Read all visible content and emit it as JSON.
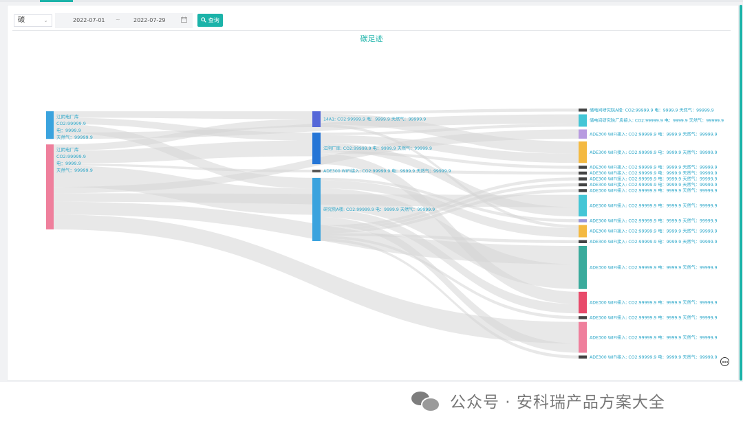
{
  "filter": {
    "energy_type": "碳"
  },
  "date_range": {
    "start": "2022-07-01",
    "end": "2022-07-29",
    "separator": "~"
  },
  "search_button": {
    "label": "查询"
  },
  "chart_title": "碳足迹",
  "colors": {
    "accent": "#1bb3a9",
    "link": "#d6d6d6"
  },
  "chart_data": {
    "type": "sankey",
    "nodes": [
      {
        "id": "L1",
        "col": 0,
        "color": "#3aa3de",
        "lines": [
          "江阴电厂库",
          "CO2:99999.9",
          "电：9999.9",
          "天然气：99999.9"
        ]
      },
      {
        "id": "L2",
        "col": 0,
        "color": "#ef7f9c",
        "lines": [
          "江阴电厂库",
          "CO2:99999.9",
          "电：9999.9",
          "天然气：99999.9"
        ]
      },
      {
        "id": "M1",
        "col": 1,
        "color": "#5567d8",
        "label": "14A1: CO2:99999.9 电：9999.9 天然气：99999.9"
      },
      {
        "id": "M2",
        "col": 1,
        "color": "#2575d6",
        "label": "江阴厂库: CO2:99999.9 电：9999.9 天然气：99999.9"
      },
      {
        "id": "M3",
        "col": 1,
        "color": "#555555",
        "label": "ADE300 WIFI接入: CO2:99999.9 电：9999.9 天然气：99999.9"
      },
      {
        "id": "M4",
        "col": 1,
        "color": "#3aa3de",
        "label": "研究院A楼: CO2:99999.9 电：9999.9 天然气：99999.9"
      },
      {
        "id": "R1",
        "col": 2,
        "color": "#444444",
        "label": "储电间研究院A楼: CO2:99999.9 电：9999.9 天然气：99999.9"
      },
      {
        "id": "R2",
        "col": 2,
        "color": "#44c6d6",
        "label": "储电间研究院厂房接入: CO2:99999.9 电：9999.9 天然气：99999.9"
      },
      {
        "id": "R3",
        "col": 2,
        "color": "#b89be0",
        "label": "ADE300 WIFI接入: CO2:99999.9 电：9999.9 天然气：99999.9"
      },
      {
        "id": "R4",
        "col": 2,
        "color": "#f4b941",
        "label": "ADE300 WIFI接入: CO2:99999.9 电：9999.9 天然气：99999.9"
      },
      {
        "id": "R5",
        "col": 2,
        "color": "#444444",
        "label": "ADE300 WIFI接入: CO2:99999.9 电：9999.9 天然气：99999.9"
      },
      {
        "id": "R6",
        "col": 2,
        "color": "#444444",
        "label": "ADE300 WIFI接入: CO2:99999.9 电：9999.9 天然气：99999.9"
      },
      {
        "id": "R7",
        "col": 2,
        "color": "#444444",
        "label": "ADE300 WIFI接入: CO2:99999.9 电：9999.9 天然气：99999.9"
      },
      {
        "id": "R8",
        "col": 2,
        "color": "#444444",
        "label": "ADE300 WIFI接入: CO2:99999.9 电：9999.9 天然气：99999.9"
      },
      {
        "id": "R9",
        "col": 2,
        "color": "#444444",
        "label": "ADE300 WIFI接入: CO2:99999.9 电：9999.9 天然气：99999.9"
      },
      {
        "id": "R10",
        "col": 2,
        "color": "#44c6d6",
        "label": "ADE300 WIFI接入: CO2:99999.9 电：9999.9 天然气：99999.9"
      },
      {
        "id": "R11",
        "col": 2,
        "color": "#9a96d8",
        "label": "ADE300 WIFI接入: CO2:99999.9 电：9999.9 天然气：99999.9"
      },
      {
        "id": "R12",
        "col": 2,
        "color": "#f4b941",
        "label": "ADE300 WIFI接入: CO2:99999.9 电：9999.9 天然气：99999.9"
      },
      {
        "id": "R13",
        "col": 2,
        "color": "#444444",
        "label": "ADE300 WIFI接入: CO2:99999.9 电：9999.9 天然气：99999.9"
      },
      {
        "id": "R14",
        "col": 2,
        "color": "#3aab9c",
        "label": "ADE300 WIFI接入: CO2:99999.9 电：9999.9 天然气：99999.9"
      },
      {
        "id": "R15",
        "col": 2,
        "color": "#e84a6a",
        "label": "ADE300 WIFI接入: CO2:99999.9 电：9999.9 天然气：99999.9"
      },
      {
        "id": "R16",
        "col": 2,
        "color": "#444444",
        "label": "ADE300 WIFI接入: CO2:99999.9 电：9999.9 天然气：99999.9"
      },
      {
        "id": "R17",
        "col": 2,
        "color": "#ef7f9c",
        "label": "ADE300 WIFI接入: CO2:99999.9 电：9999.9 天然气：99999.9"
      },
      {
        "id": "R18",
        "col": 2,
        "color": "#444444",
        "label": "ADE300 WIFI接入: CO2:99999.9 电：9999.9 天然气：99999.9"
      }
    ],
    "links": [
      {
        "source": "L1",
        "target": "M1",
        "value": 3
      },
      {
        "source": "L1",
        "target": "M2",
        "value": 3
      },
      {
        "source": "L1",
        "target": "M4",
        "value": 4
      },
      {
        "source": "L1",
        "target": "R2",
        "value": 3
      },
      {
        "source": "L2",
        "target": "M1",
        "value": 3
      },
      {
        "source": "L2",
        "target": "M2",
        "value": 6
      },
      {
        "source": "L2",
        "target": "M3",
        "value": 1
      },
      {
        "source": "L2",
        "target": "M4",
        "value": 10
      },
      {
        "source": "L2",
        "target": "R3",
        "value": 3
      },
      {
        "source": "L2",
        "target": "R10",
        "value": 4
      },
      {
        "source": "L2",
        "target": "R14",
        "value": 6
      },
      {
        "source": "L2",
        "target": "R17",
        "value": 7
      },
      {
        "source": "M1",
        "target": "R1",
        "value": 1
      },
      {
        "source": "M1",
        "target": "R4",
        "value": 4
      },
      {
        "source": "M1",
        "target": "R12",
        "value": 1
      },
      {
        "source": "M2",
        "target": "R2",
        "value": 1
      },
      {
        "source": "M2",
        "target": "R4",
        "value": 3
      },
      {
        "source": "M2",
        "target": "R10",
        "value": 3
      },
      {
        "source": "M2",
        "target": "R5",
        "value": 1
      },
      {
        "source": "M2",
        "target": "R15",
        "value": 4
      },
      {
        "source": "M3",
        "target": "R6",
        "value": 1
      },
      {
        "source": "M4",
        "target": "R11",
        "value": 1
      },
      {
        "source": "M4",
        "target": "R12",
        "value": 3
      },
      {
        "source": "M4",
        "target": "R14",
        "value": 8
      },
      {
        "source": "M4",
        "target": "R15",
        "value": 3
      },
      {
        "source": "M4",
        "target": "R17",
        "value": 3
      },
      {
        "source": "M4",
        "target": "R7",
        "value": 1
      },
      {
        "source": "M4",
        "target": "R8",
        "value": 1
      },
      {
        "source": "M4",
        "target": "R9",
        "value": 1
      },
      {
        "source": "M4",
        "target": "R13",
        "value": 1
      },
      {
        "source": "M4",
        "target": "R16",
        "value": 1
      },
      {
        "source": "M4",
        "target": "R18",
        "value": 1
      }
    ]
  },
  "watermark": "公众号 · 安科瑞产品方案大全"
}
